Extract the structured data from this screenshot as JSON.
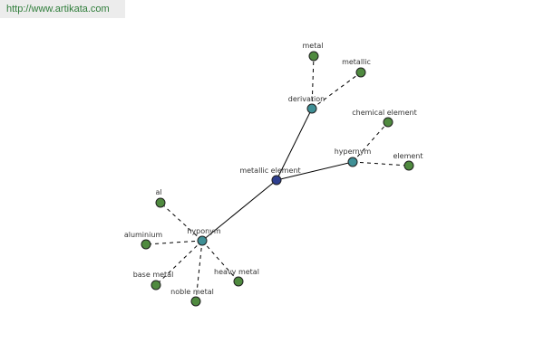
{
  "watermark": {
    "url": "http://www.artikata.com"
  },
  "colors": {
    "center": "#2e3f8f",
    "relation": "#3f8f95",
    "leaf": "#4f8a3f"
  },
  "nodes": {
    "metallic_element": {
      "label": "metallic element"
    },
    "derivation": {
      "label": "derivation"
    },
    "metal": {
      "label": "metal"
    },
    "metallic": {
      "label": "metallic"
    },
    "hypernym": {
      "label": "hypernym"
    },
    "chemical_element": {
      "label": "chemical element"
    },
    "element": {
      "label": "element"
    },
    "hyponym": {
      "label": "hyponym"
    },
    "al": {
      "label": "al"
    },
    "aluminium": {
      "label": "aluminium"
    },
    "base_metal": {
      "label": "base metal"
    },
    "noble_metal": {
      "label": "noble metal"
    },
    "heavy_metal": {
      "label": "heavy metal"
    }
  }
}
